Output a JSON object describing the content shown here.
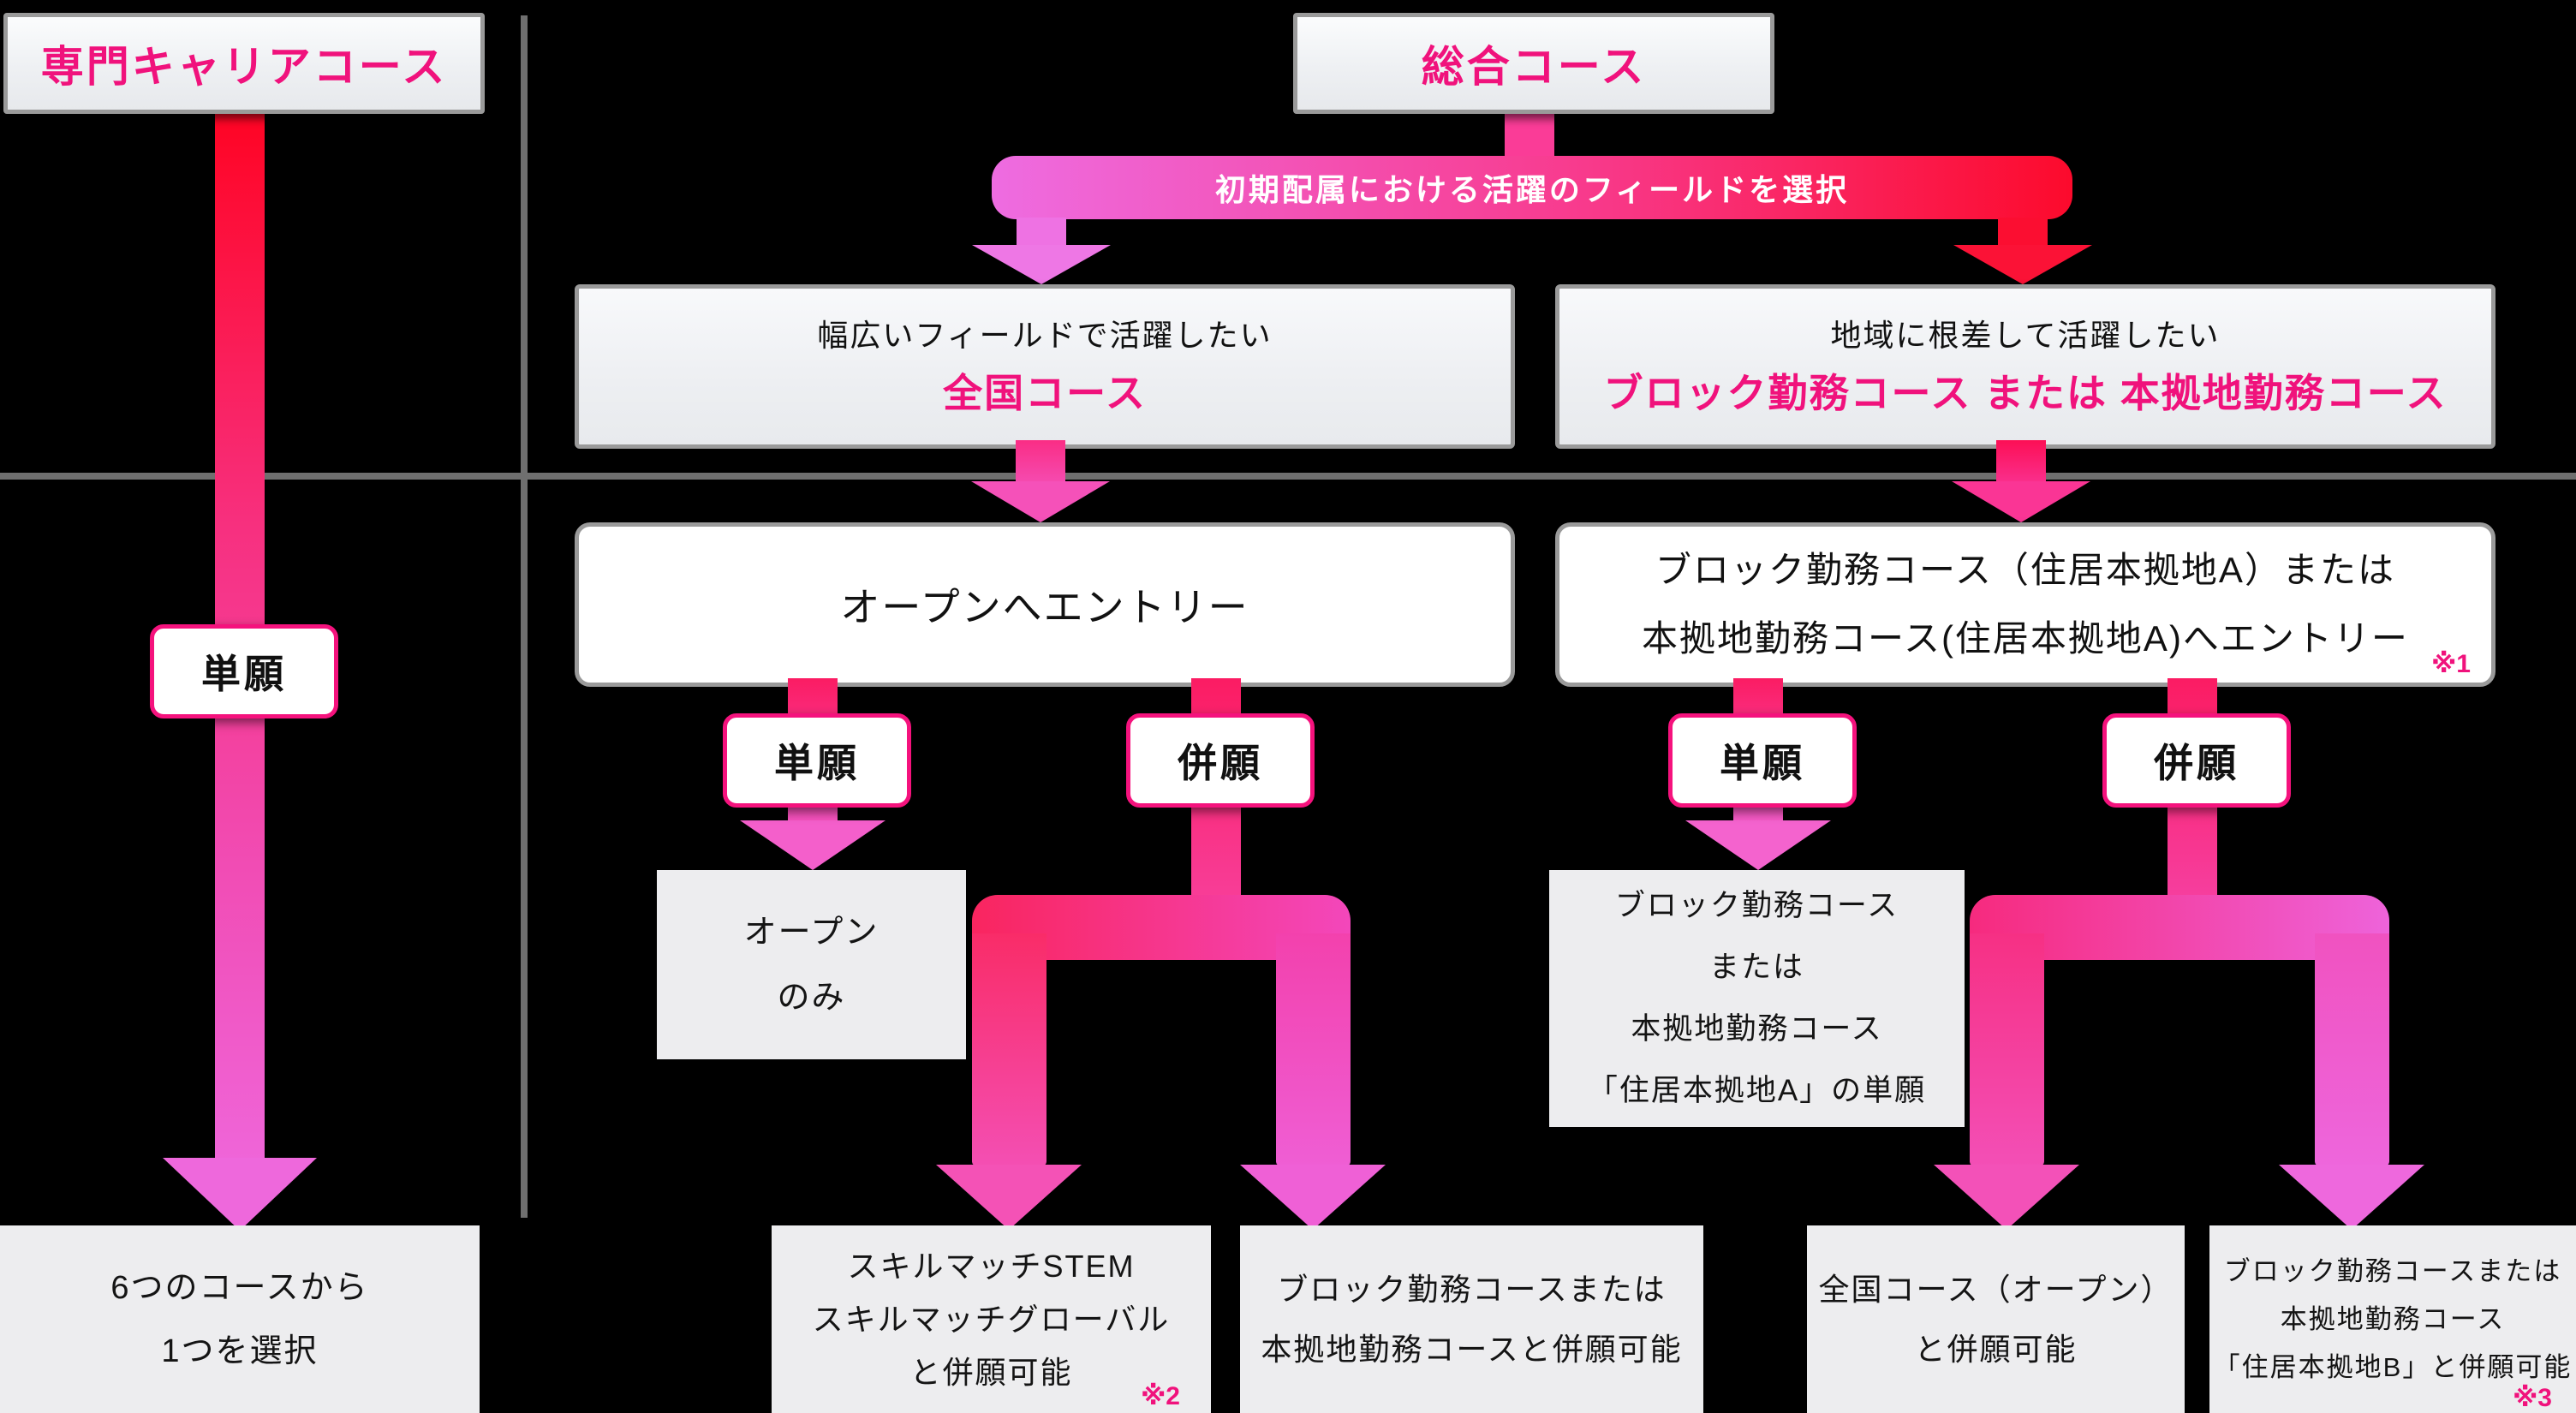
{
  "colors": {
    "background": "#000000",
    "accent_pink": "#f0127c",
    "arrow_red": "#fe0322",
    "arrow_magenta": "#ee68dc",
    "badge_border_pink": "#f5127d",
    "box_border_gray": "#9a9a9a",
    "divider_gray": "#6f6f6f",
    "result_box_gray": "#ededef"
  },
  "specialist": {
    "title": "専門キャリアコース",
    "badge": "単願",
    "result": {
      "lines": [
        "6つのコースから",
        "1つを選択"
      ]
    }
  },
  "general": {
    "title": "総合コース",
    "selector": "初期配属における活躍のフィールドを選択",
    "national": {
      "field": {
        "subtitle": "幅広いフィールドで活躍したい",
        "course": "全国コース"
      },
      "entry": {
        "lines": [
          "オープンへエントリー"
        ]
      },
      "single": {
        "badge": "単願",
        "result": {
          "lines": [
            "オープン",
            "のみ"
          ]
        }
      },
      "multi": {
        "badge": "併願",
        "results": [
          {
            "lines": [
              "スキルマッチSTEM",
              "スキルマッチグローバル",
              "と併願可能"
            ],
            "note": "※2"
          },
          {
            "lines": [
              "ブロック勤務コースまたは",
              "本拠地勤務コースと併願可能"
            ],
            "note": ""
          }
        ]
      }
    },
    "regional": {
      "field": {
        "subtitle": "地域に根差して活躍したい",
        "course": "ブロック勤務コース または 本拠地勤務コース"
      },
      "entry": {
        "lines": [
          "ブロック勤務コース（住居本拠地A）または",
          "本拠地勤務コース(住居本拠地A)へエントリー"
        ],
        "note": "※1"
      },
      "single": {
        "badge": "単願",
        "result": {
          "lines": [
            "ブロック勤務コース",
            "または",
            "本拠地勤務コース",
            "「住居本拠地A」の単願"
          ]
        }
      },
      "multi": {
        "badge": "併願",
        "results": [
          {
            "lines": [
              "全国コース（オープン）",
              "と併願可能"
            ],
            "note": ""
          },
          {
            "lines": [
              "ブロック勤務コースまたは",
              "本拠地勤務コース",
              "「住居本拠地B」と併願可能"
            ],
            "note": "※3"
          }
        ]
      }
    }
  }
}
